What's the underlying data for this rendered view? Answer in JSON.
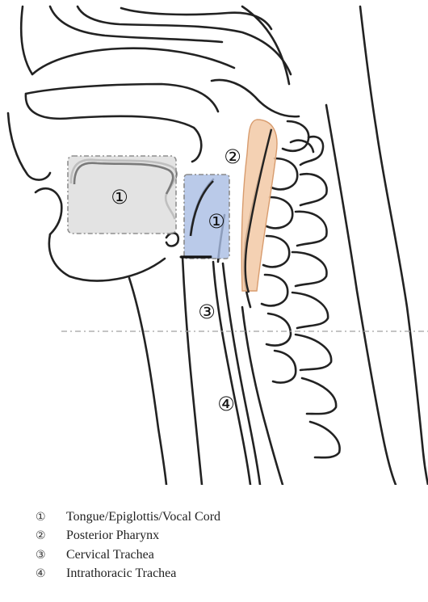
{
  "diagram": {
    "region_labels": {
      "tongue_oral": "①",
      "epiglottis_larynx": "①",
      "posterior_pharynx": "②",
      "cervical_trachea": "③",
      "intrathoracic_trachea": "④"
    },
    "colors": {
      "line": "#222222",
      "tongue_region_fill": "#d9d9d9",
      "tongue_region_border": "#8f8f8f",
      "larynx_region_fill": "#a9bde3",
      "larynx_region_border": "#8a8a8a",
      "pharynx_region_fill": "#f2c9a6",
      "pharynx_region_border": "#d89c6e",
      "thoracic_inlet_line": "#a0a0a0"
    }
  },
  "legend": {
    "items": [
      {
        "number": "①",
        "label": "Tongue/Epiglottis/Vocal Cord"
      },
      {
        "number": "②",
        "label": "Posterior Pharynx"
      },
      {
        "number": "③",
        "label": "Cervical Trachea"
      },
      {
        "number": "④",
        "label": "Intrathoracic Trachea"
      }
    ]
  }
}
